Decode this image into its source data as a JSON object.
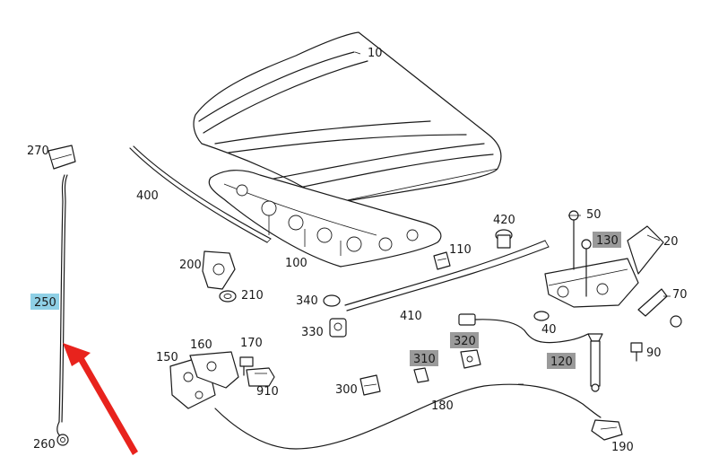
{
  "diagram": {
    "parts": {
      "p10": "10",
      "p20": "20",
      "p40": "40",
      "p50": "50",
      "p70": "70",
      "p90": "90",
      "p100": "100",
      "p110": "110",
      "p120": "120",
      "p130": "130",
      "p150": "150",
      "p160": "160",
      "p170": "170",
      "p180": "180",
      "p190": "190",
      "p200": "200",
      "p210": "210",
      "p250": "250",
      "p260": "260",
      "p270": "270",
      "p300": "300",
      "p310": "310",
      "p320": "320",
      "p330": "330",
      "p340": "340",
      "p400": "400",
      "p410": "410",
      "p420": "420",
      "p910": "910"
    },
    "highlight_colors": {
      "selected": "#8fd0e6",
      "marked": "#9a9a9a",
      "arrow": "#e8231d"
    },
    "selected_part": "250",
    "marked_parts": [
      "130",
      "310",
      "320",
      "120"
    ]
  }
}
